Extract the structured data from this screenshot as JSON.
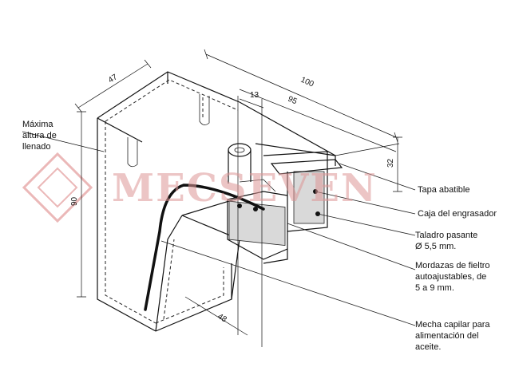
{
  "watermark": {
    "text": "MECSEVEN",
    "color": "#e29a9a"
  },
  "dimensions": {
    "d47": "47",
    "d100": "100",
    "d95": "95",
    "d13": "13",
    "d32": "32",
    "d90": "90",
    "d48": "48"
  },
  "labels": {
    "max_fill": [
      "Máxima",
      "altura de",
      "llenado"
    ],
    "lid": "Tapa abatible",
    "box": "Caja del engrasador",
    "hole": [
      "Taladro pasante",
      "Ø 5,5 mm."
    ],
    "jaws": [
      "Mordazas de fieltro",
      "autoajustables, de",
      "5 a 9 mm."
    ],
    "wick": [
      "Mecha capilar para",
      "alimentación del",
      "aceite."
    ]
  }
}
